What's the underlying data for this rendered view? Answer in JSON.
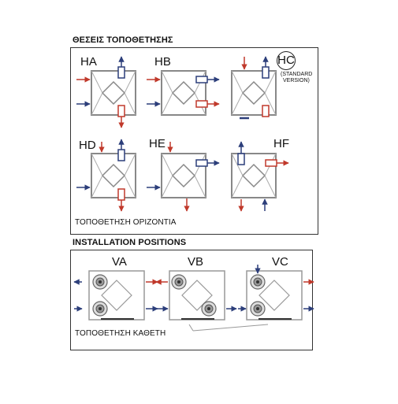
{
  "top_section": {
    "title": "ΘΕΣΕΙΣ ΤΟΠΟΘΕΤΗΣΗΣ",
    "footer": "ΤΟΠΟΘΕΤΗΣΗ ΟΡΙΖΟΝΤΙΑ",
    "units": [
      "HA",
      "HB",
      "HC",
      "HD",
      "HE",
      "HF"
    ],
    "hc_note_line1": "(STANDARD",
    "hc_note_line2": "VERSION)"
  },
  "bottom_section": {
    "title": "INSTALLATION POSITIONS",
    "footer": "ΤΟΠΟΘΕΤΗΣΗ ΚΑΘΕΤΗ",
    "units": [
      "VA",
      "VB",
      "VC"
    ]
  },
  "colors": {
    "supply_arrow": "#c0392b",
    "exhaust_arrow": "#2c3e7a",
    "unit_outline": "#888888",
    "frame": "#333333"
  }
}
